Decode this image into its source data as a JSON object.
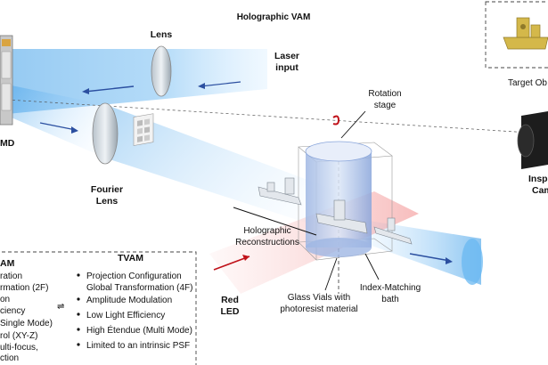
{
  "title": "Holographic VAM",
  "labels": {
    "dmd": "MD",
    "lens": "Lens",
    "laser_line1": "Laser",
    "laser_line2": "input",
    "fourier_line1": "Fourier",
    "fourier_line2": "Lens",
    "rotation_line1": "Rotation",
    "rotation_line2": "stage",
    "target": "Target Ob",
    "camera_line1": "Insp",
    "camera_line2": "Cam",
    "holo_line1": "Holographic",
    "holo_line2": "Reconstructions",
    "red_line1": "Red",
    "red_line2": "LED",
    "glass_line1": "Glass Vials with",
    "glass_line2": "photoresist material",
    "index_line1": "Index-Matching",
    "index_line2": "bath"
  },
  "comparison": {
    "left_title": "AM",
    "left_items": [
      "ration",
      "rmation (2F)",
      "on",
      "ciency",
      "Single Mode)",
      "rol (XY-Z)",
      "ulti-focus,",
      "ction"
    ],
    "right_title": "TVAM",
    "right_items": [
      "Projection Configuration",
      "Global Transformation (4F)",
      "Amplitude Modulation",
      "Low Light Efficiency",
      "High Étendue (Multi Mode)",
      "Limited to an intrinsic PSF"
    ],
    "exchange_symbol": "⇌"
  },
  "colors": {
    "beam_blue": "#3f9fe8",
    "beam_red": "#f07a7a",
    "arrow_blue": "#2b4fa0",
    "red_accent": "#c0121a",
    "vial_blue": "#8fb0e0",
    "boat_yellow": "#d4b84a"
  }
}
